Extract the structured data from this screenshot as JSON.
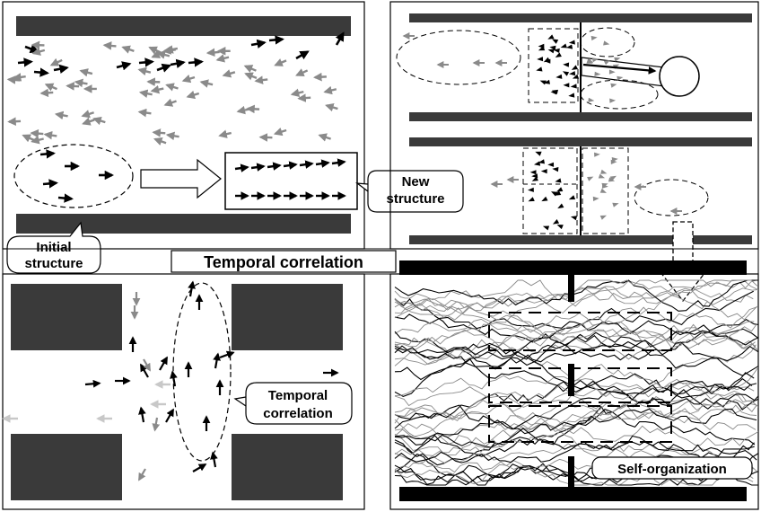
{
  "panels": {
    "top_left": {
      "callout_initial_line1": "Initial",
      "callout_initial_line2": "structure",
      "callout_new_line1": "New",
      "callout_new_line2": "structure"
    },
    "middle_banner": {
      "label": "Temporal correlation"
    },
    "bottom_left": {
      "callout_line1": "Temporal",
      "callout_line2": "correlation"
    },
    "bottom_right": {
      "callout": "Self-organization"
    }
  },
  "colors": {
    "agent_dark": "#000000",
    "agent_mid": "#8a8a8a",
    "agent_light": "#c8c8c8",
    "wall": "#3a3a3a"
  }
}
